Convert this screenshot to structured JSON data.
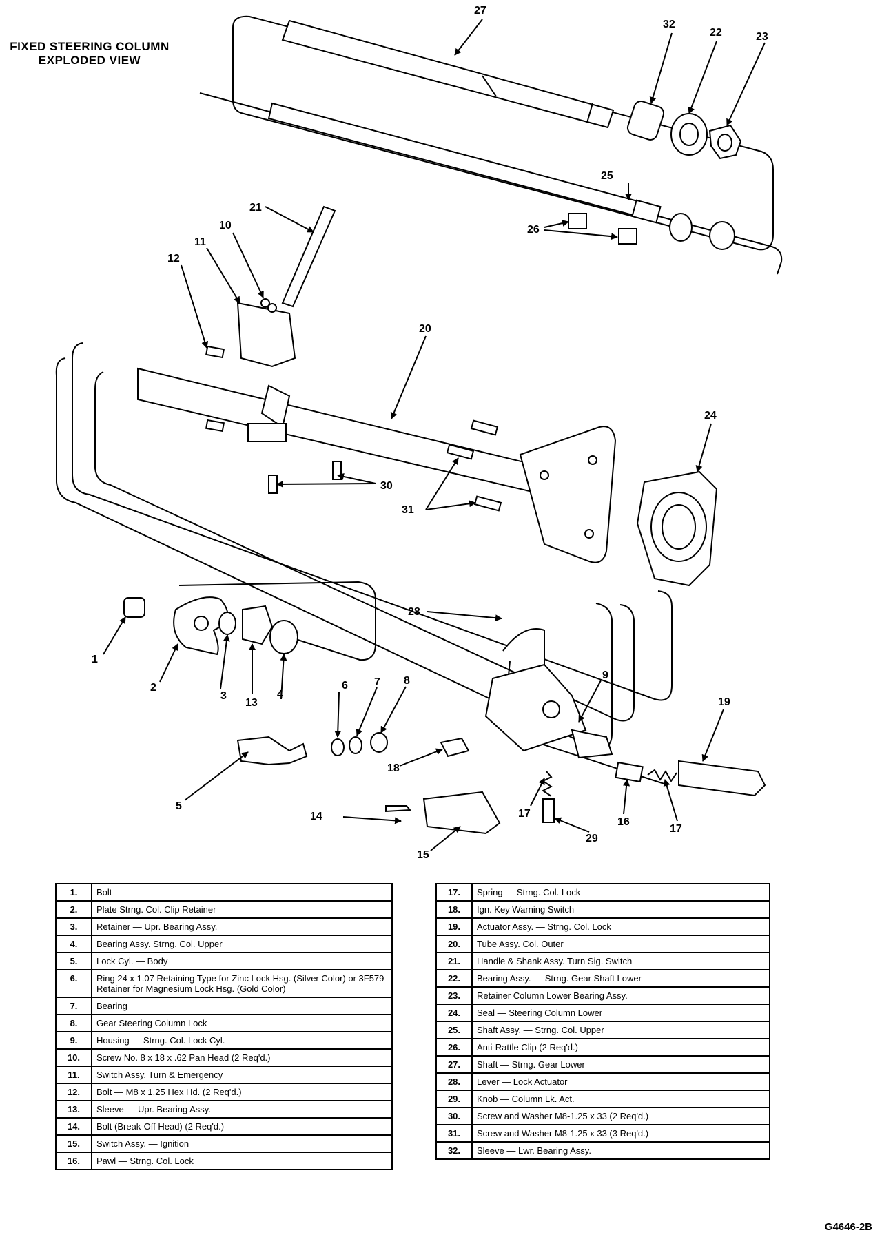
{
  "title": {
    "line1": "FIXED STEERING COLUMN",
    "line2": "EXPLODED VIEW"
  },
  "figure_code": "G4646-2B",
  "callouts": [
    {
      "id": "c27",
      "label": "27"
    },
    {
      "id": "c32",
      "label": "32"
    },
    {
      "id": "c22",
      "label": "22"
    },
    {
      "id": "c23",
      "label": "23"
    },
    {
      "id": "c25",
      "label": "25"
    },
    {
      "id": "c26",
      "label": "26"
    },
    {
      "id": "c21",
      "label": "21"
    },
    {
      "id": "c10",
      "label": "10"
    },
    {
      "id": "c11",
      "label": "11"
    },
    {
      "id": "c12",
      "label": "12"
    },
    {
      "id": "c20",
      "label": "20"
    },
    {
      "id": "c24",
      "label": "24"
    },
    {
      "id": "c30",
      "label": "30"
    },
    {
      "id": "c31",
      "label": "31"
    },
    {
      "id": "c28",
      "label": "28"
    },
    {
      "id": "c1",
      "label": "1"
    },
    {
      "id": "c2",
      "label": "2"
    },
    {
      "id": "c3",
      "label": "3"
    },
    {
      "id": "c13",
      "label": "13"
    },
    {
      "id": "c4",
      "label": "4"
    },
    {
      "id": "c6",
      "label": "6"
    },
    {
      "id": "c7",
      "label": "7"
    },
    {
      "id": "c8",
      "label": "8"
    },
    {
      "id": "c9",
      "label": "9"
    },
    {
      "id": "c19",
      "label": "19"
    },
    {
      "id": "c18",
      "label": "18"
    },
    {
      "id": "c5",
      "label": "5"
    },
    {
      "id": "c17a",
      "label": "17"
    },
    {
      "id": "c16",
      "label": "16"
    },
    {
      "id": "c17b",
      "label": "17"
    },
    {
      "id": "c14",
      "label": "14"
    },
    {
      "id": "c29",
      "label": "29"
    },
    {
      "id": "c15",
      "label": "15"
    }
  ],
  "legend_left": [
    {
      "num": "1.",
      "desc": "Bolt"
    },
    {
      "num": "2.",
      "desc": "Plate Strng. Col. Clip Retainer"
    },
    {
      "num": "3.",
      "desc": "Retainer — Upr. Bearing Assy."
    },
    {
      "num": "4.",
      "desc": "Bearing Assy. Strng. Col. Upper"
    },
    {
      "num": "5.",
      "desc": "Lock Cyl. — Body"
    },
    {
      "num": "6.",
      "desc": "Ring 24 x 1.07 Retaining Type for Zinc Lock Hsg. (Silver Color) or 3F579 Retainer for Magnesium Lock Hsg. (Gold Color)"
    },
    {
      "num": "7.",
      "desc": "Bearing"
    },
    {
      "num": "8.",
      "desc": "Gear Steering Column Lock"
    },
    {
      "num": "9.",
      "desc": "Housing — Strng. Col. Lock Cyl."
    },
    {
      "num": "10.",
      "desc": "Screw No. 8 x 18 x .62 Pan Head (2 Req'd.)"
    },
    {
      "num": "11.",
      "desc": "Switch Assy. Turn & Emergency"
    },
    {
      "num": "12.",
      "desc": "Bolt — M8 x 1.25 Hex Hd. (2 Req'd.)"
    },
    {
      "num": "13.",
      "desc": "Sleeve — Upr. Bearing Assy."
    },
    {
      "num": "14.",
      "desc": "Bolt (Break-Off Head) (2 Req'd.)"
    },
    {
      "num": "15.",
      "desc": "Switch Assy. — Ignition"
    },
    {
      "num": "16.",
      "desc": "Pawl — Strng. Col. Lock"
    }
  ],
  "legend_right": [
    {
      "num": "17.",
      "desc": "Spring — Strng. Col. Lock"
    },
    {
      "num": "18.",
      "desc": "Ign. Key Warning Switch"
    },
    {
      "num": "19.",
      "desc": "Actuator Assy. — Strng. Col. Lock"
    },
    {
      "num": "20.",
      "desc": "Tube Assy. Col. Outer"
    },
    {
      "num": "21.",
      "desc": "Handle & Shank Assy. Turn Sig. Switch"
    },
    {
      "num": "22.",
      "desc": "Bearing Assy. — Strng. Gear Shaft Lower"
    },
    {
      "num": "23.",
      "desc": "Retainer Column Lower Bearing Assy."
    },
    {
      "num": "24.",
      "desc": "Seal — Steering Column Lower"
    },
    {
      "num": "25.",
      "desc": "Shaft Assy. — Strng. Col. Upper"
    },
    {
      "num": "26.",
      "desc": "Anti-Rattle Clip (2 Req'd.)"
    },
    {
      "num": "27.",
      "desc": "Shaft — Strng. Gear Lower"
    },
    {
      "num": "28.",
      "desc": "Lever — Lock Actuator"
    },
    {
      "num": "29.",
      "desc": "Knob — Column Lk. Act."
    },
    {
      "num": "30.",
      "desc": "Screw and Washer M8-1.25 x 33 (2 Req'd.)"
    },
    {
      "num": "31.",
      "desc": "Screw and Washer M8-1.25 x 33 (3 Req'd.)"
    },
    {
      "num": "32.",
      "desc": "Sleeve — Lwr. Bearing Assy."
    }
  ]
}
